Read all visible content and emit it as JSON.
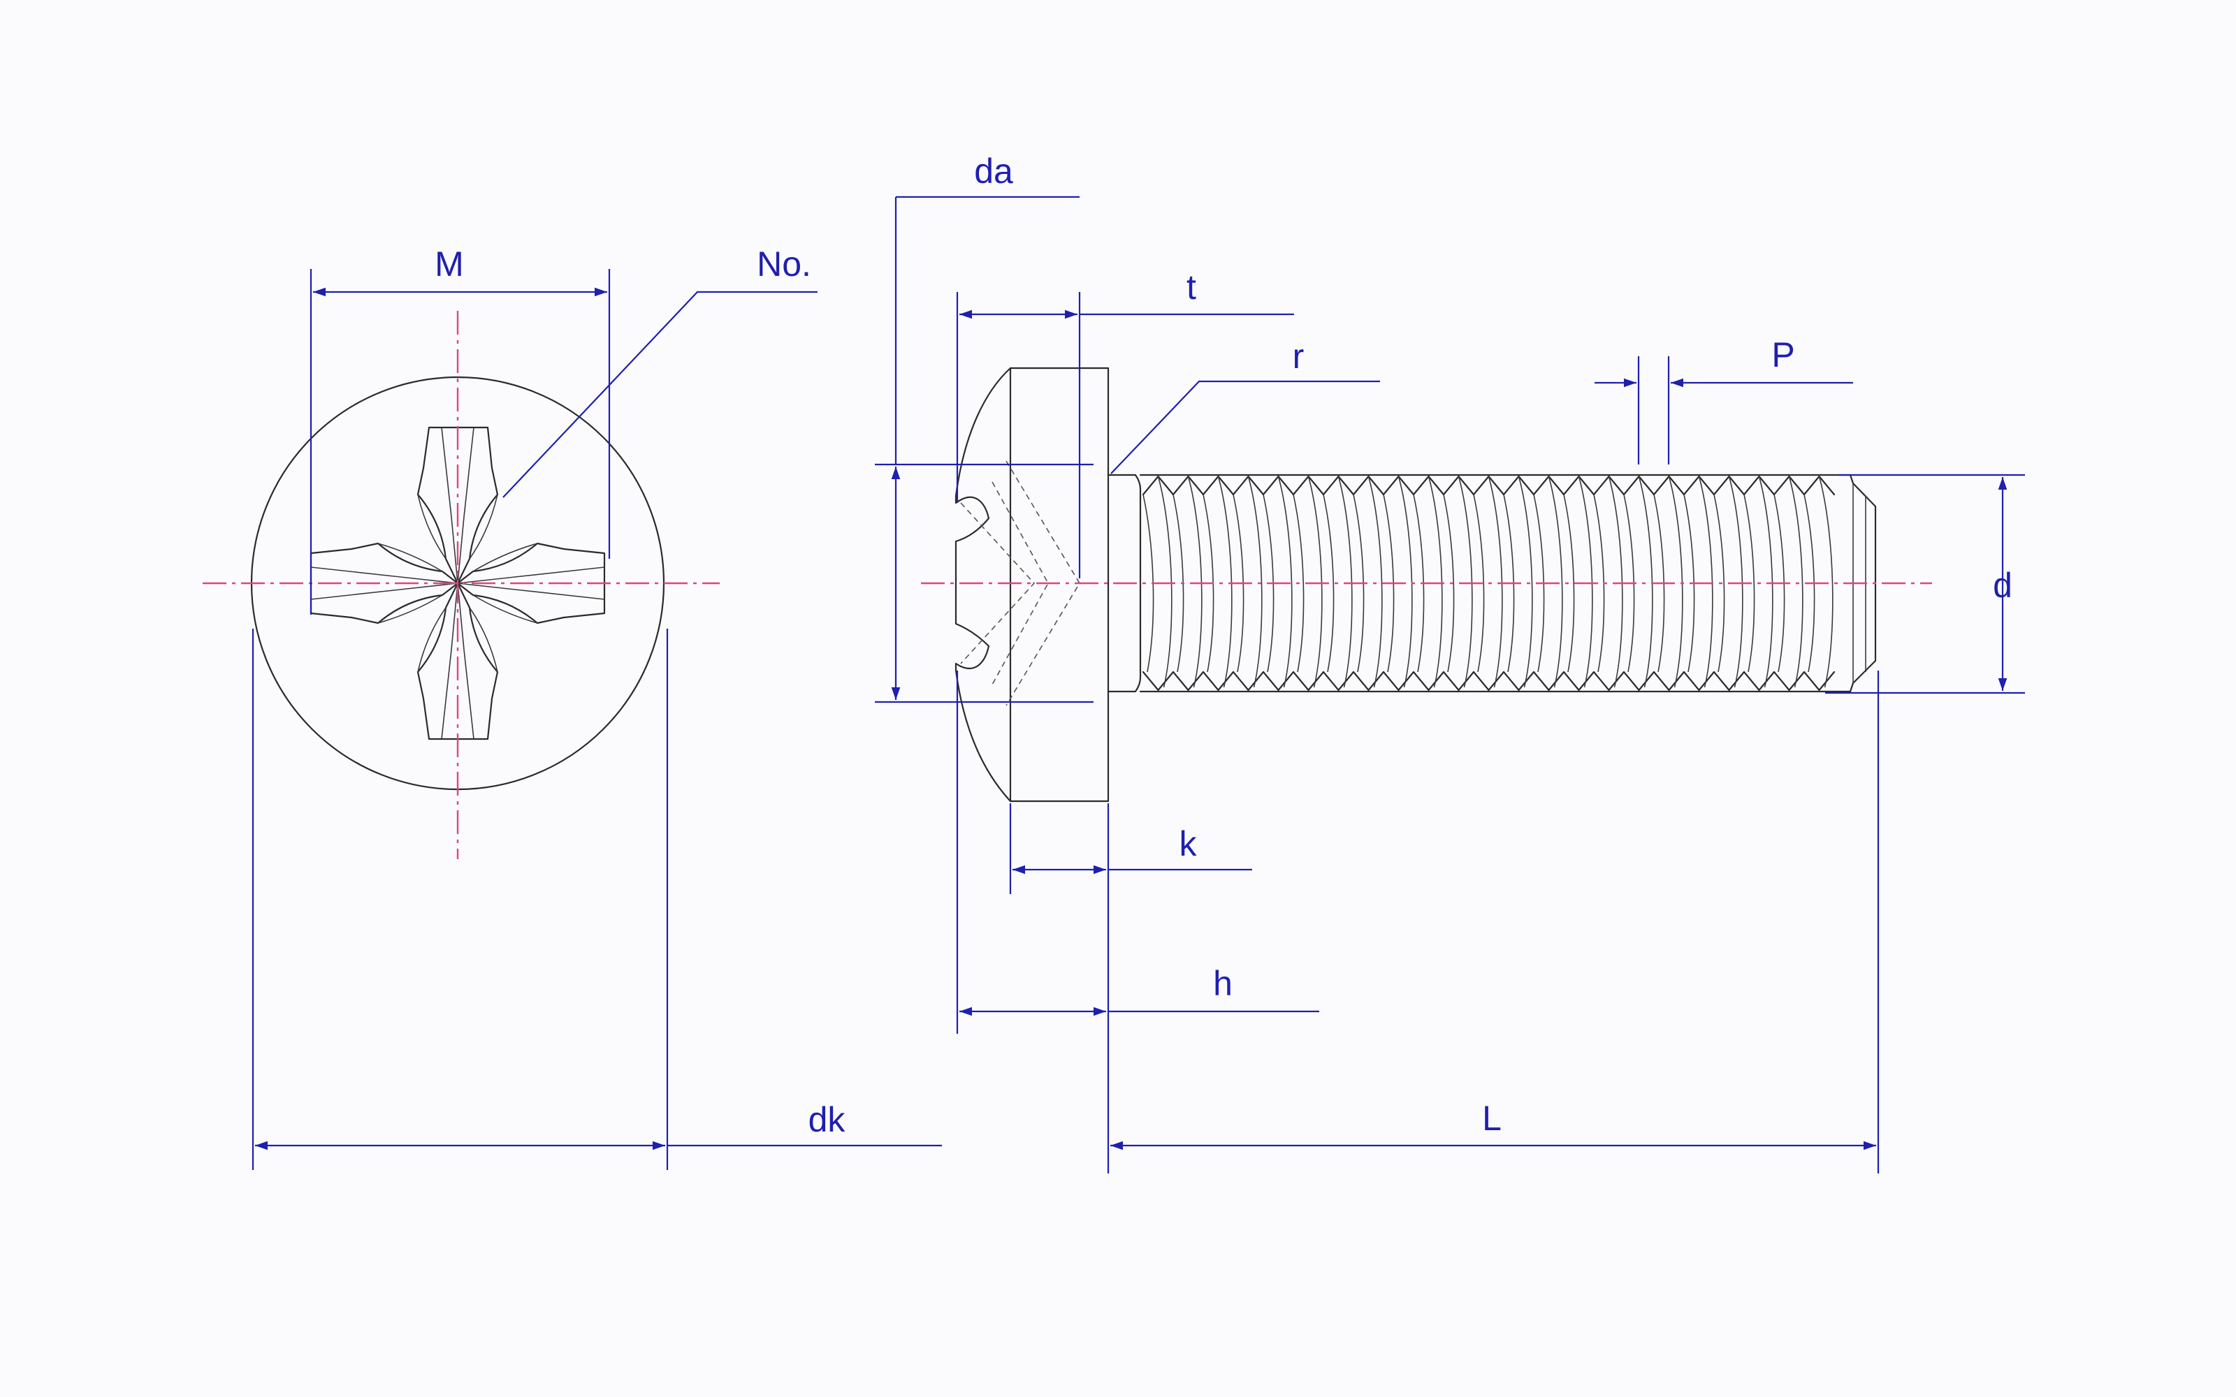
{
  "labels": {
    "M": "M",
    "No": "No.",
    "dk": "dk",
    "da": "da",
    "t": "t",
    "r": "r",
    "P": "P",
    "d": "d",
    "k": "k",
    "h": "h",
    "L": "L"
  },
  "colors": {
    "outline": "#2b2b2b",
    "dimension": "#1f1fb0",
    "centerline": "#e0457f",
    "background": "#fbfbfd"
  }
}
